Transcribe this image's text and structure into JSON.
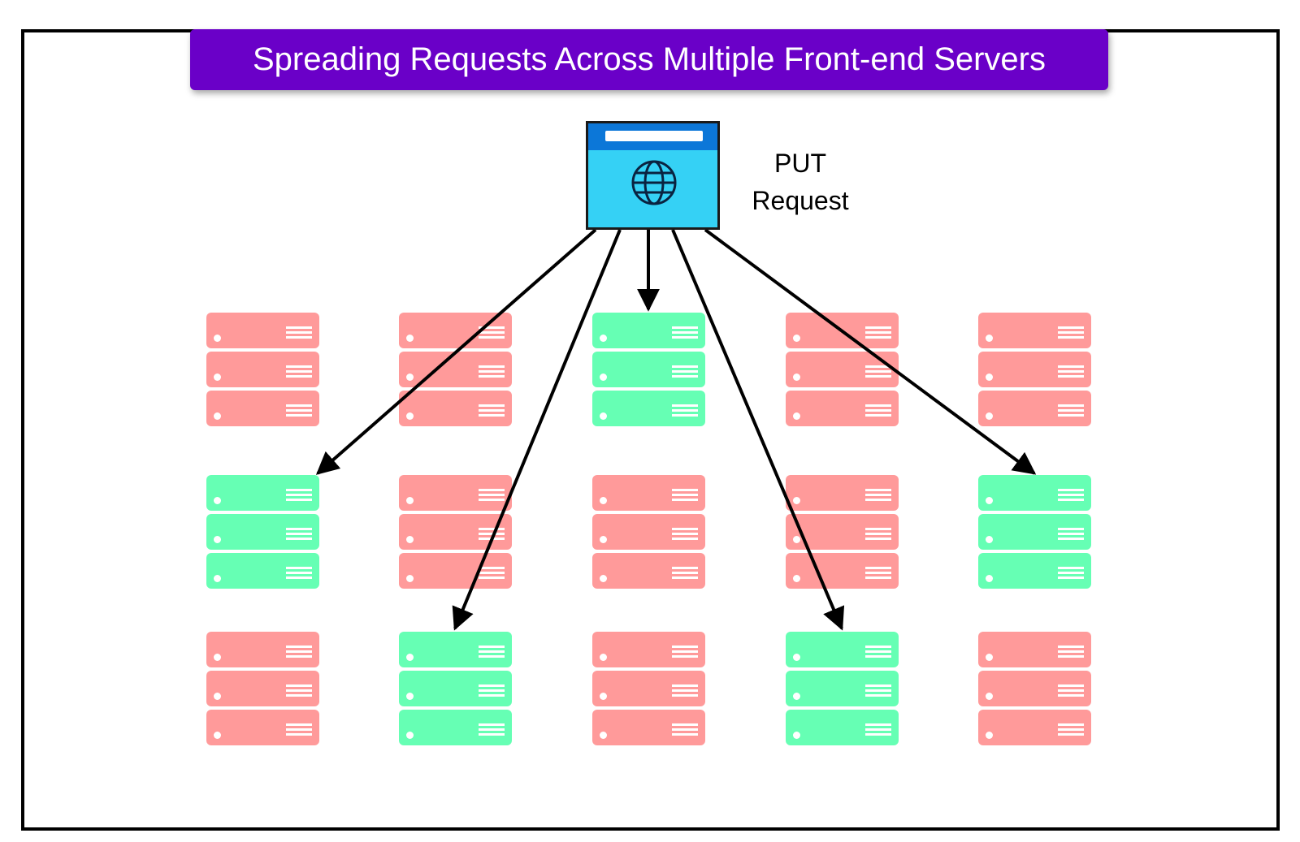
{
  "title": "Spreading Requests Across Multiple Front-end Servers",
  "request": {
    "label_line1": "PUT",
    "label_line2": "Request",
    "icon": "globe-icon"
  },
  "colors": {
    "banner": "#6a00c8",
    "browser_body": "#35d1f5",
    "browser_bar": "#0c77d8",
    "server_inactive": "#ff9a9a",
    "server_active": "#66ffb4",
    "frame": "#000000"
  },
  "server_grid": {
    "rows": 3,
    "cols": 5,
    "units_per_stack": 3,
    "active": [
      [
        false,
        false,
        true,
        false,
        false
      ],
      [
        true,
        false,
        false,
        false,
        true
      ],
      [
        false,
        true,
        false,
        true,
        false
      ]
    ]
  },
  "arrows": {
    "source": "browser",
    "targets": [
      {
        "row": 1,
        "col": 0
      },
      {
        "row": 2,
        "col": 1
      },
      {
        "row": 0,
        "col": 2
      },
      {
        "row": 2,
        "col": 3
      },
      {
        "row": 1,
        "col": 4
      }
    ]
  }
}
